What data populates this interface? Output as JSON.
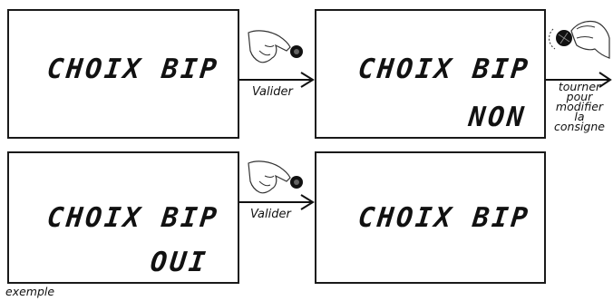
{
  "panels": [
    {
      "title": "CHOIX BIP",
      "value": ""
    },
    {
      "title": "CHOIX BIP",
      "value": "NON"
    },
    {
      "title": "CHOIX BIP",
      "value": "OUI"
    },
    {
      "title": "CHOIX BIP",
      "value": ""
    }
  ],
  "actions": {
    "validate_top": "Valider",
    "validate_bottom": "Valider",
    "turn_lines": [
      "tourner",
      "pour",
      "modifier",
      "la",
      "consigne"
    ]
  },
  "footnote": "exemple",
  "icons": [
    "hand-press-knob-icon",
    "hand-turn-knob-icon"
  ]
}
